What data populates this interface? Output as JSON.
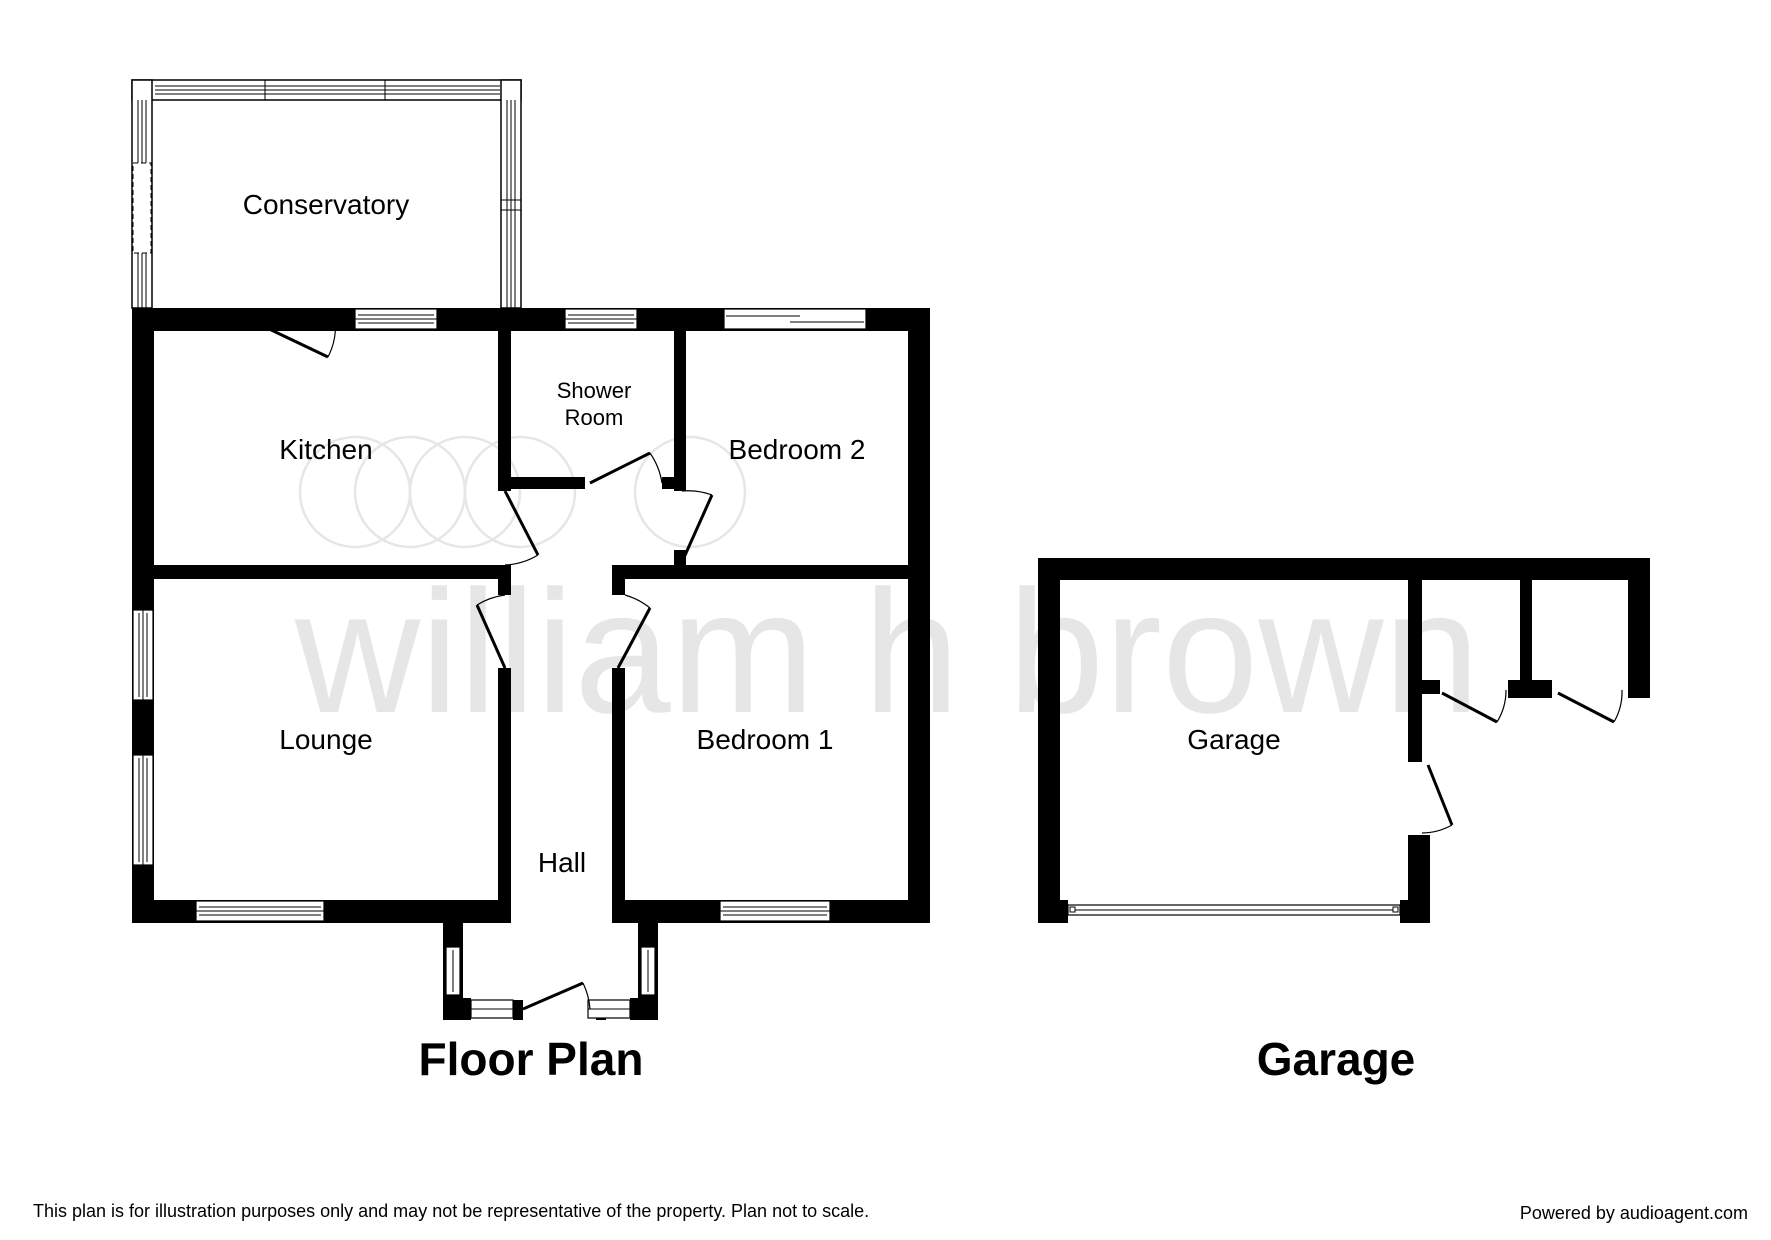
{
  "watermark": {
    "text": "william h brown",
    "color": "#e6e6e6"
  },
  "rooms": {
    "conservatory": "Conservatory",
    "kitchen": "Kitchen",
    "shower_room_line1": "Shower",
    "shower_room_line2": "Room",
    "bedroom_2": "Bedroom 2",
    "lounge": "Lounge",
    "bedroom_1": "Bedroom 1",
    "hall": "Hall",
    "garage": "Garage"
  },
  "titles": {
    "floor_plan": "Floor Plan",
    "garage": "Garage"
  },
  "footer": {
    "disclaimer": "This plan is for illustration purposes only and may not be representative of the property. Plan not to scale.",
    "credit": "Powered by audioagent.com"
  },
  "colors": {
    "wall": "#000000",
    "background": "#ffffff",
    "watermark": "#e6e6e6"
  }
}
